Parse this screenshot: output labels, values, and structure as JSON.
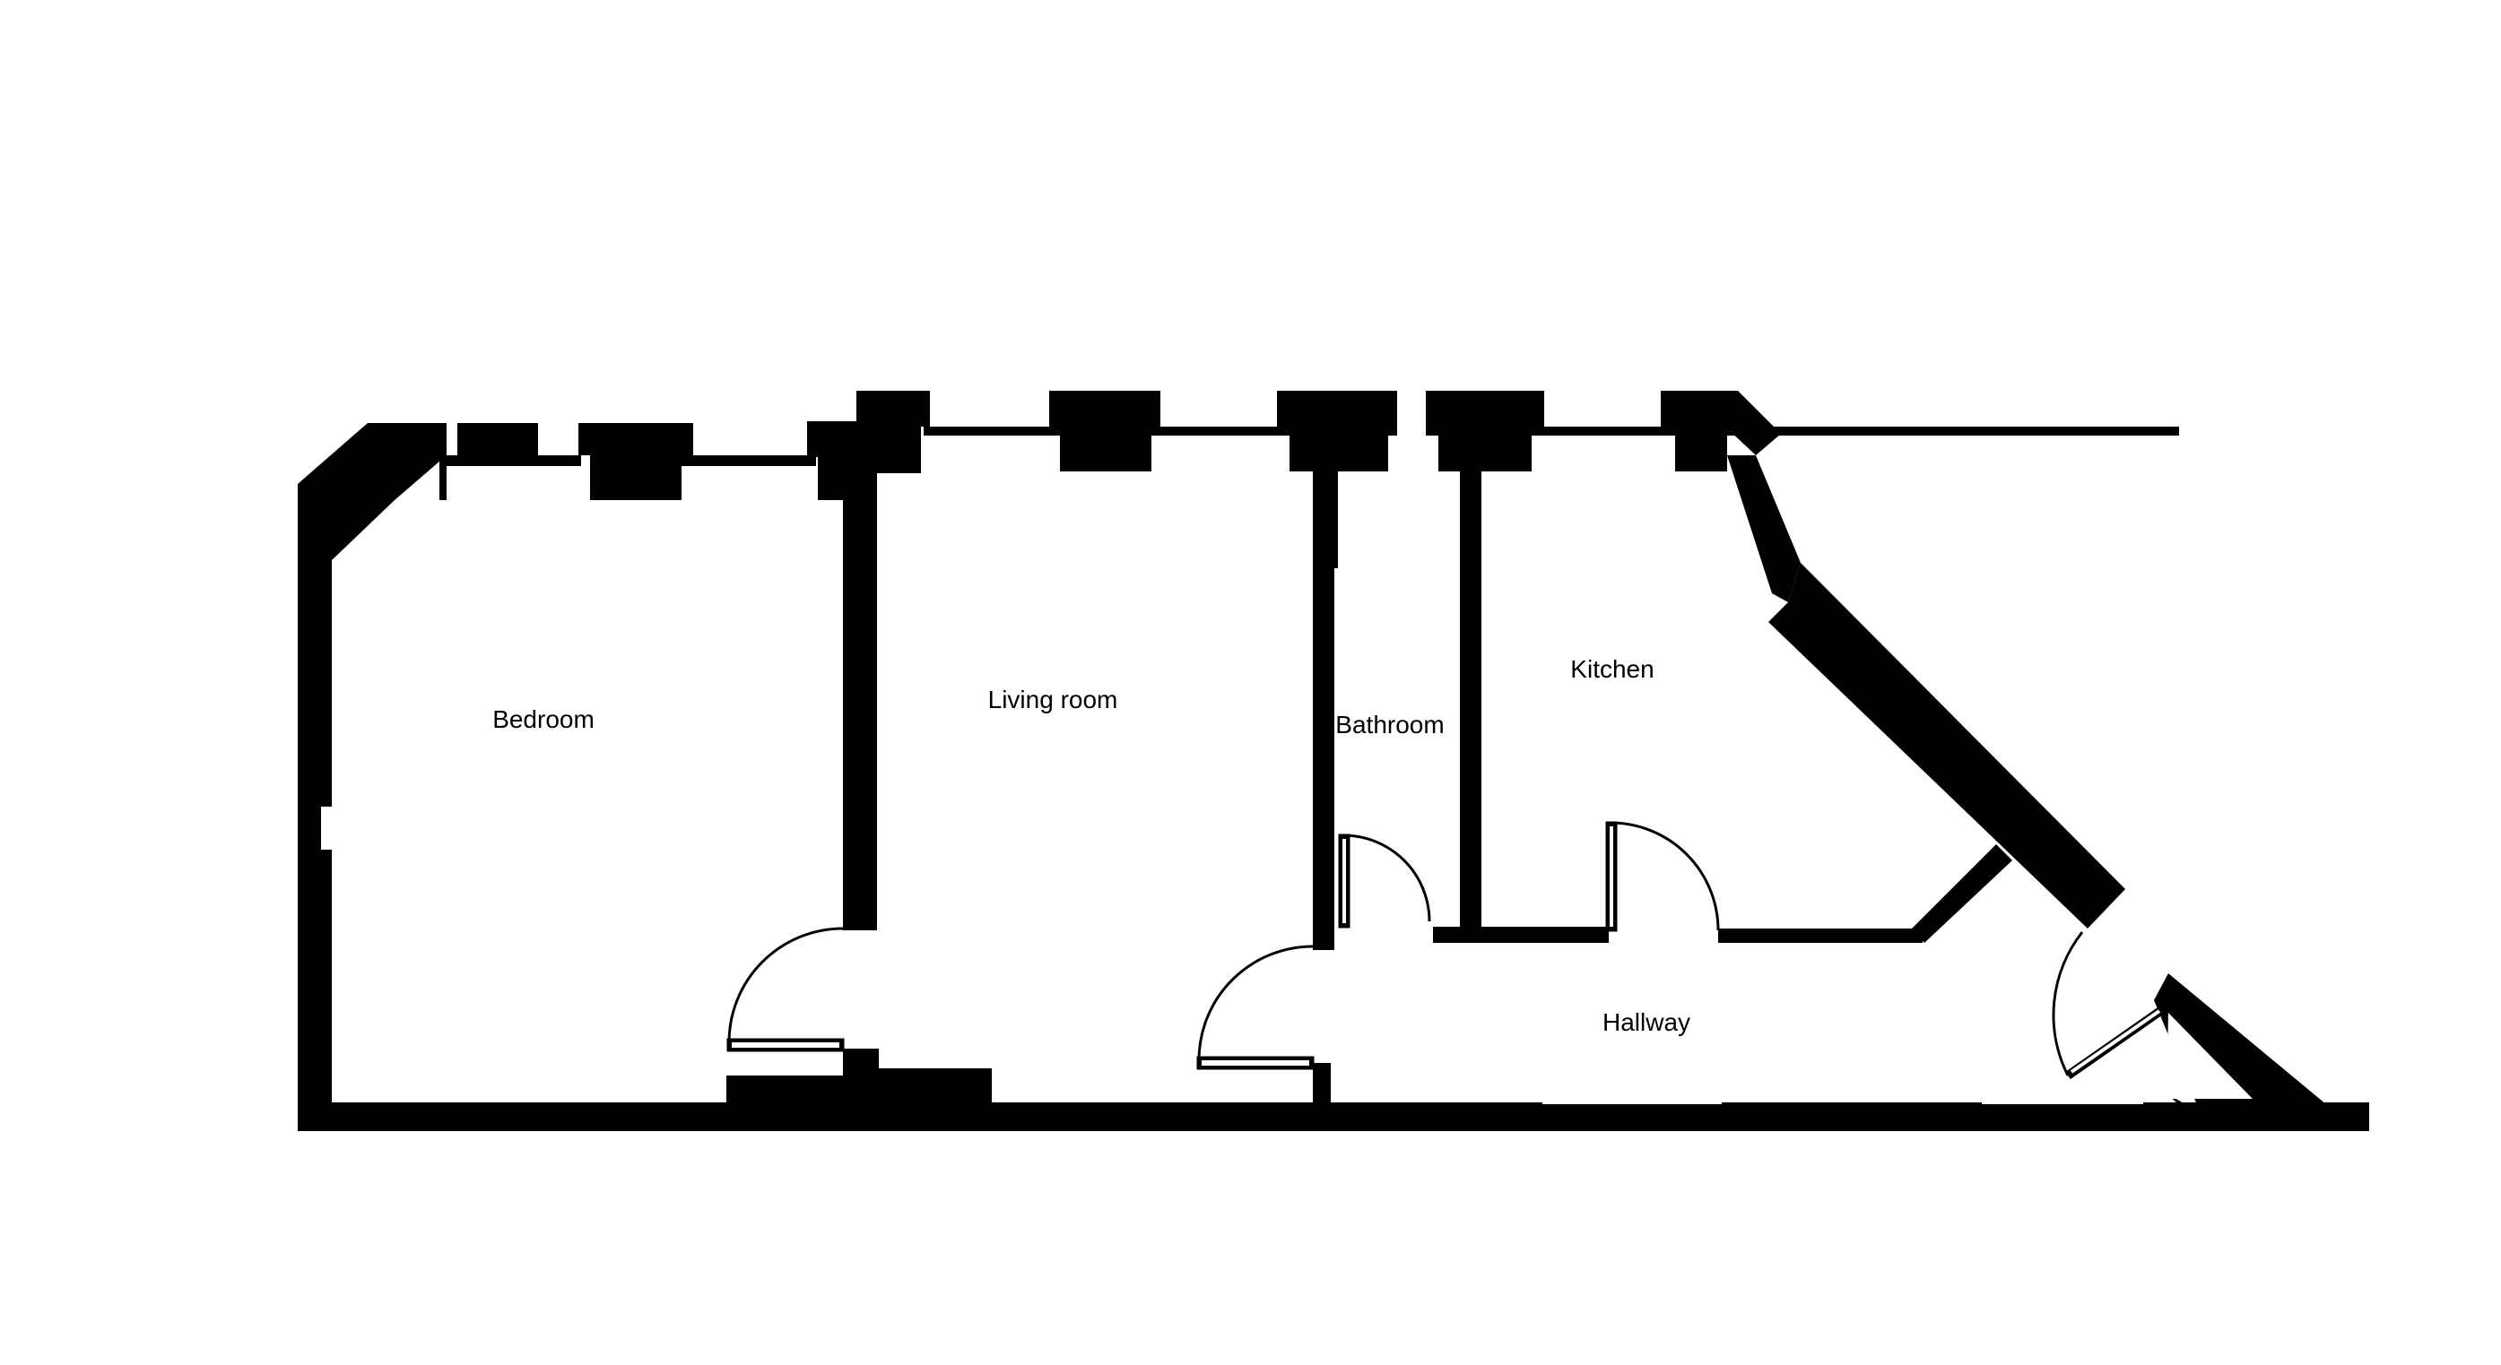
{
  "colors": {
    "wall": "#000000",
    "background": "#ffffff"
  },
  "rooms": {
    "bedroom": "Bedroom",
    "living_room": "Living room",
    "bathroom": "Bathroom",
    "kitchen": "Kitchen",
    "hallway": "Hallway"
  }
}
